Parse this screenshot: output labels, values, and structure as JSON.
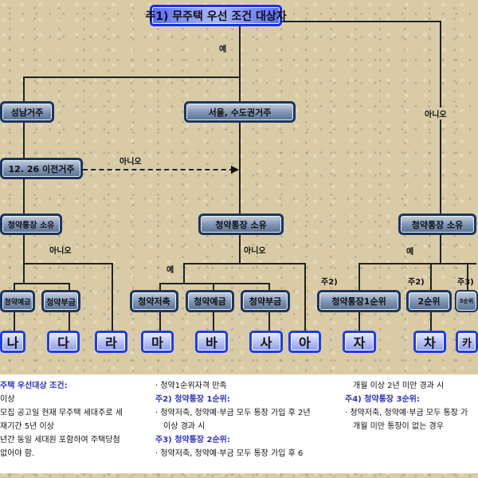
{
  "title": "주1) 무주택 우선 조건 대상자",
  "nodes": {
    "seongnam": "성남거주",
    "seoul": "서울, 수도권거주",
    "before1226": "12. 26 이전거주",
    "own_left": "청약통장 소유",
    "own_mid": "청약통장 소유",
    "own_right": "청약통장 소유",
    "l_yegeum": "청약예금",
    "l_bugeum": "청약부금",
    "m_jeochuk": "청약저축",
    "m_yegeum": "청약예금",
    "m_bugeum": "청약부금",
    "r_rank1": "청약통장1순위",
    "r_rank2": "2순위",
    "r_rank3": "3순위"
  },
  "letters": [
    "나",
    "다",
    "라",
    "마",
    "바",
    "사",
    "아",
    "자",
    "차",
    "카"
  ],
  "labels": {
    "yes_top": "예",
    "no_right": "아니오",
    "no_dashed": "아니오",
    "no_left": "아니오",
    "no_mid": "아니오",
    "yes_mid": "예",
    "yes_right": "예",
    "note2a": "주2)",
    "note2b": "주2)",
    "note3": "주3)"
  },
  "notes": {
    "col1": [
      "주택 우선대상 조건:",
      "이상",
      "모집 공고일 현재 무주택 세대주로 세",
      "재기간 5년 이상",
      "년간 동일 세대원 포함하여 주택당첨",
      "없어야 함."
    ],
    "col2": [
      "· 청약1순위자격 만족",
      "주2) 청약통장 1순위:",
      "· 청약저축, 청약예·부금 모두 통장 가입 후 2년",
      "이상 경과 시",
      "주3) 청약통장 2순위:",
      "· 청약저축, 청약예·부금 모두 통장 가입 후 6"
    ],
    "col3": [
      "개월 이상 2년 미만 경과 시",
      "주4) 청약통장 3순위:",
      "· 청약저축, 청약예·부금 모두 통장 가",
      "개월 미만 통장이 없는 경우"
    ]
  }
}
